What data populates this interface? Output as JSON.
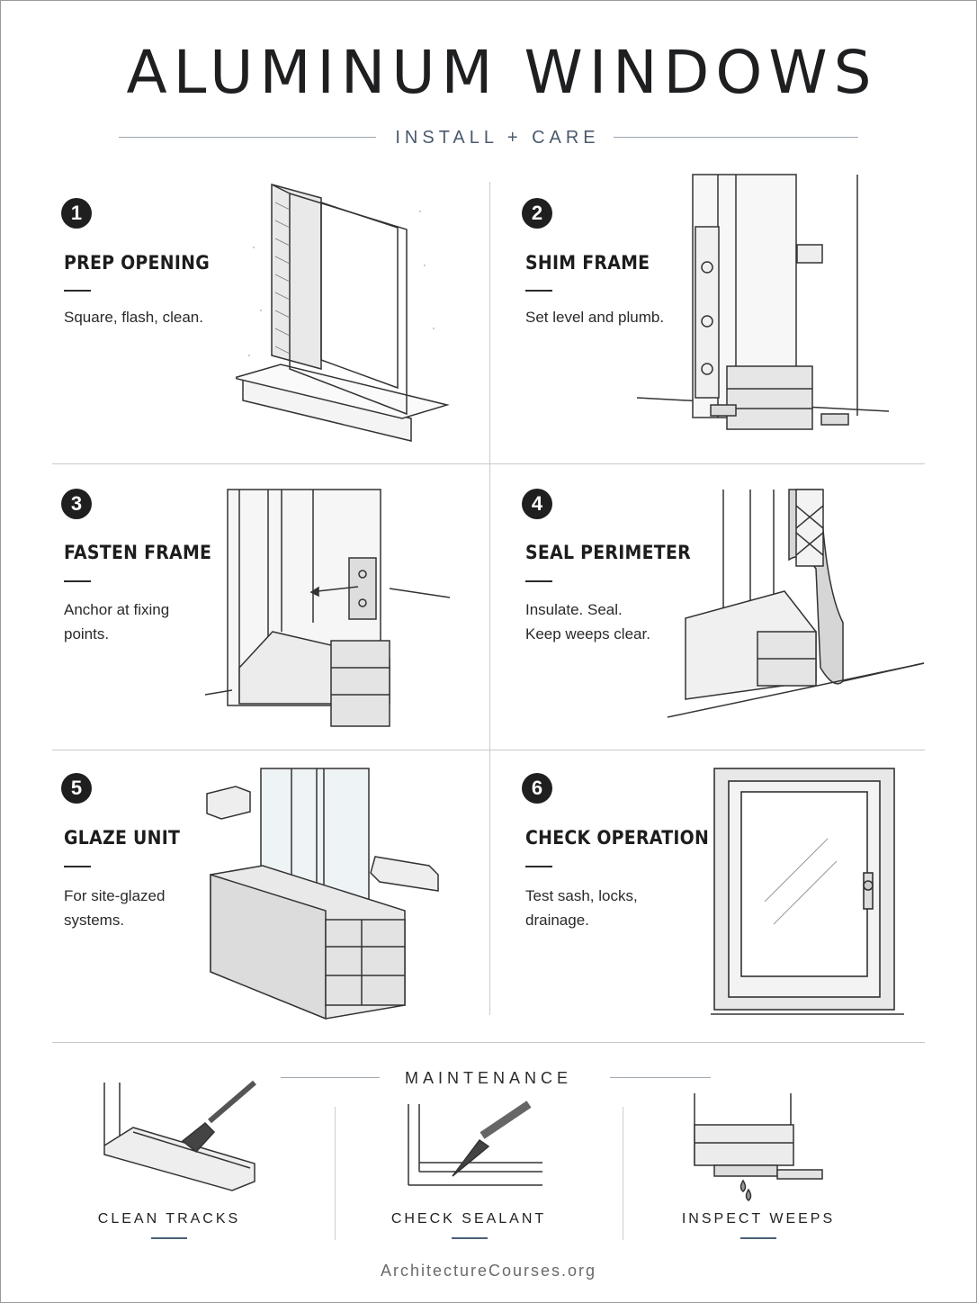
{
  "header": {
    "title": "ALUMINUM WINDOWS",
    "subtitle": "INSTALL + CARE"
  },
  "steps": [
    {
      "number": "1",
      "title": "PREP OPENING",
      "lines": [
        "Square, flash, clean."
      ]
    },
    {
      "number": "2",
      "title": "SHIM FRAME",
      "lines": [
        "Set level and plumb."
      ]
    },
    {
      "number": "3",
      "title": "FASTEN FRAME",
      "lines": [
        "Anchor at fixing",
        "points."
      ]
    },
    {
      "number": "4",
      "title": "SEAL PERIMETER",
      "lines": [
        "Insulate. Seal.",
        "Keep weeps clear."
      ]
    },
    {
      "number": "5",
      "title": "GLAZE UNIT",
      "lines": [
        "For site-glazed",
        "systems."
      ]
    },
    {
      "number": "6",
      "title": "CHECK OPERATION",
      "lines": [
        "Test sash, locks,",
        "drainage."
      ]
    }
  ],
  "maintenance": {
    "title": "MAINTENANCE",
    "items": [
      {
        "label": "CLEAN TRACKS",
        "icon": "brush-track-icon"
      },
      {
        "label": "CHECK SEALANT",
        "icon": "caulk-gun-icon"
      },
      {
        "label": "INSPECT WEEPS",
        "icon": "weep-hole-icon"
      }
    ]
  },
  "footer": {
    "text": "ArchitectureCourses.org"
  }
}
